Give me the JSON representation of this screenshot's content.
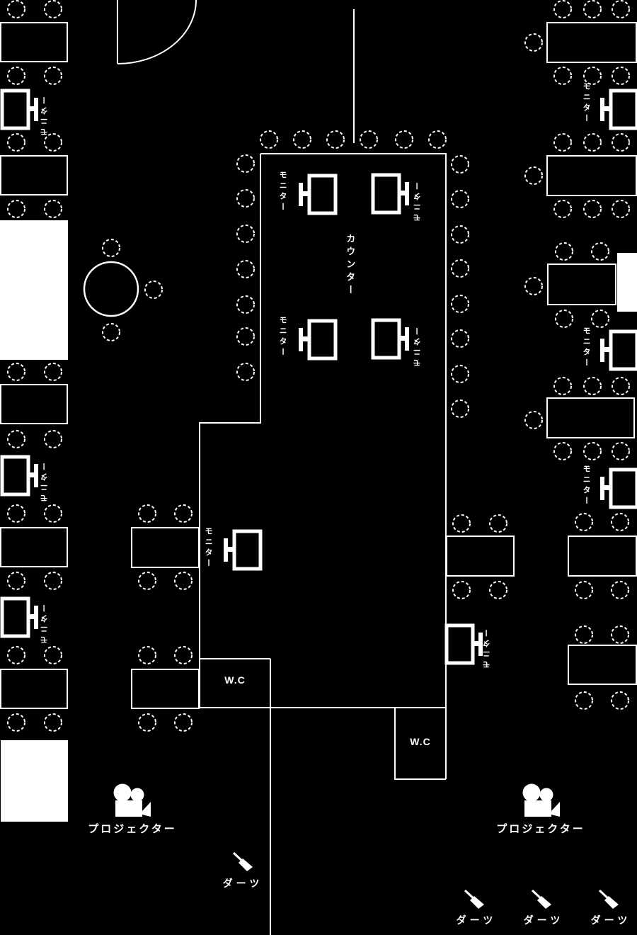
{
  "floor_plan": {
    "background_color": "#000000",
    "line_color": "#ffffff",
    "labels": {
      "counter": "カウンター",
      "monitor": "モニター",
      "wc": "W.C",
      "projector": "プロジェクター",
      "darts": "ダーツ"
    },
    "features": {
      "tables": 14,
      "round_tables": 1,
      "chairs_total": 90,
      "counter_seats": 21,
      "monitors": 12,
      "projectors": 2,
      "dart_lanes": 4,
      "wc_rooms": 2,
      "entrance_doors": 1,
      "white_blocks": 3
    }
  }
}
